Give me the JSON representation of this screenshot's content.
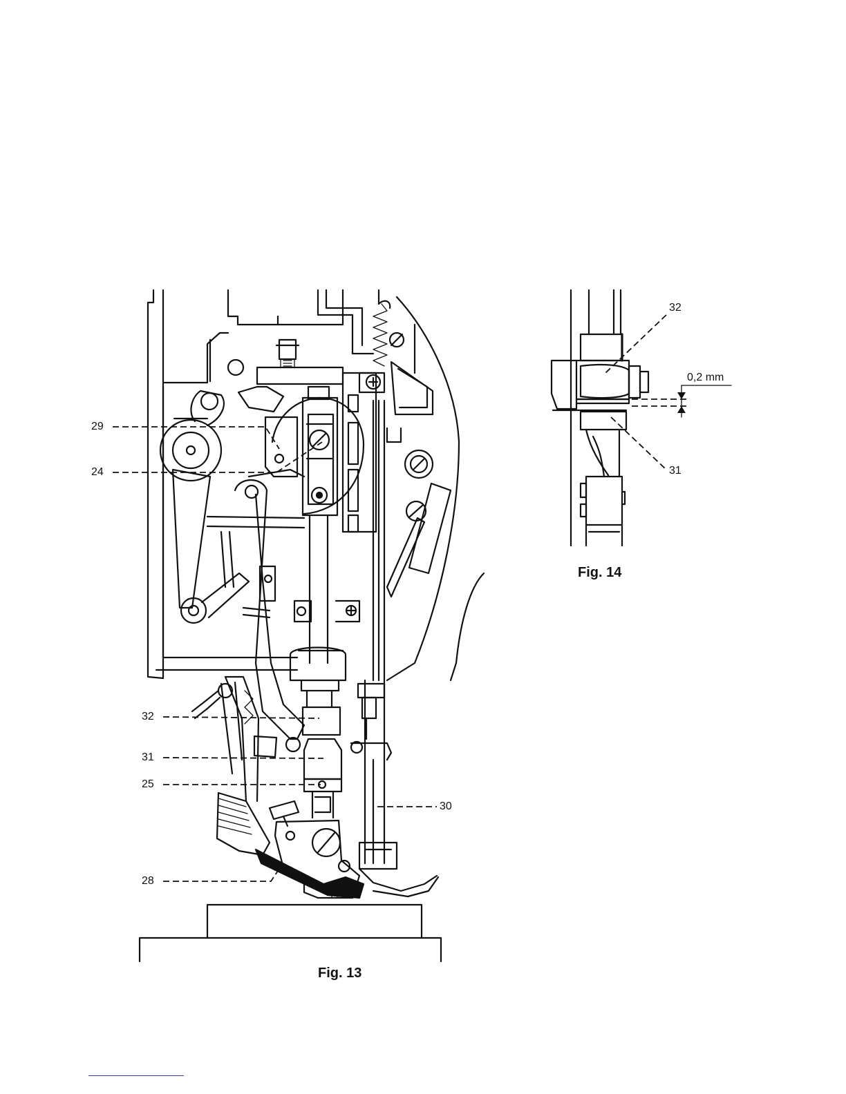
{
  "fig13": {
    "caption": "Fig. 13",
    "labels": {
      "l29": "29",
      "l24": "24",
      "l32": "32",
      "l31": "31",
      "l25": "25",
      "l28": "28",
      "l30": "30"
    }
  },
  "fig14": {
    "caption": "Fig. 14",
    "labels": {
      "l32": "32",
      "l31": "31",
      "gap": "0,2 mm"
    }
  }
}
